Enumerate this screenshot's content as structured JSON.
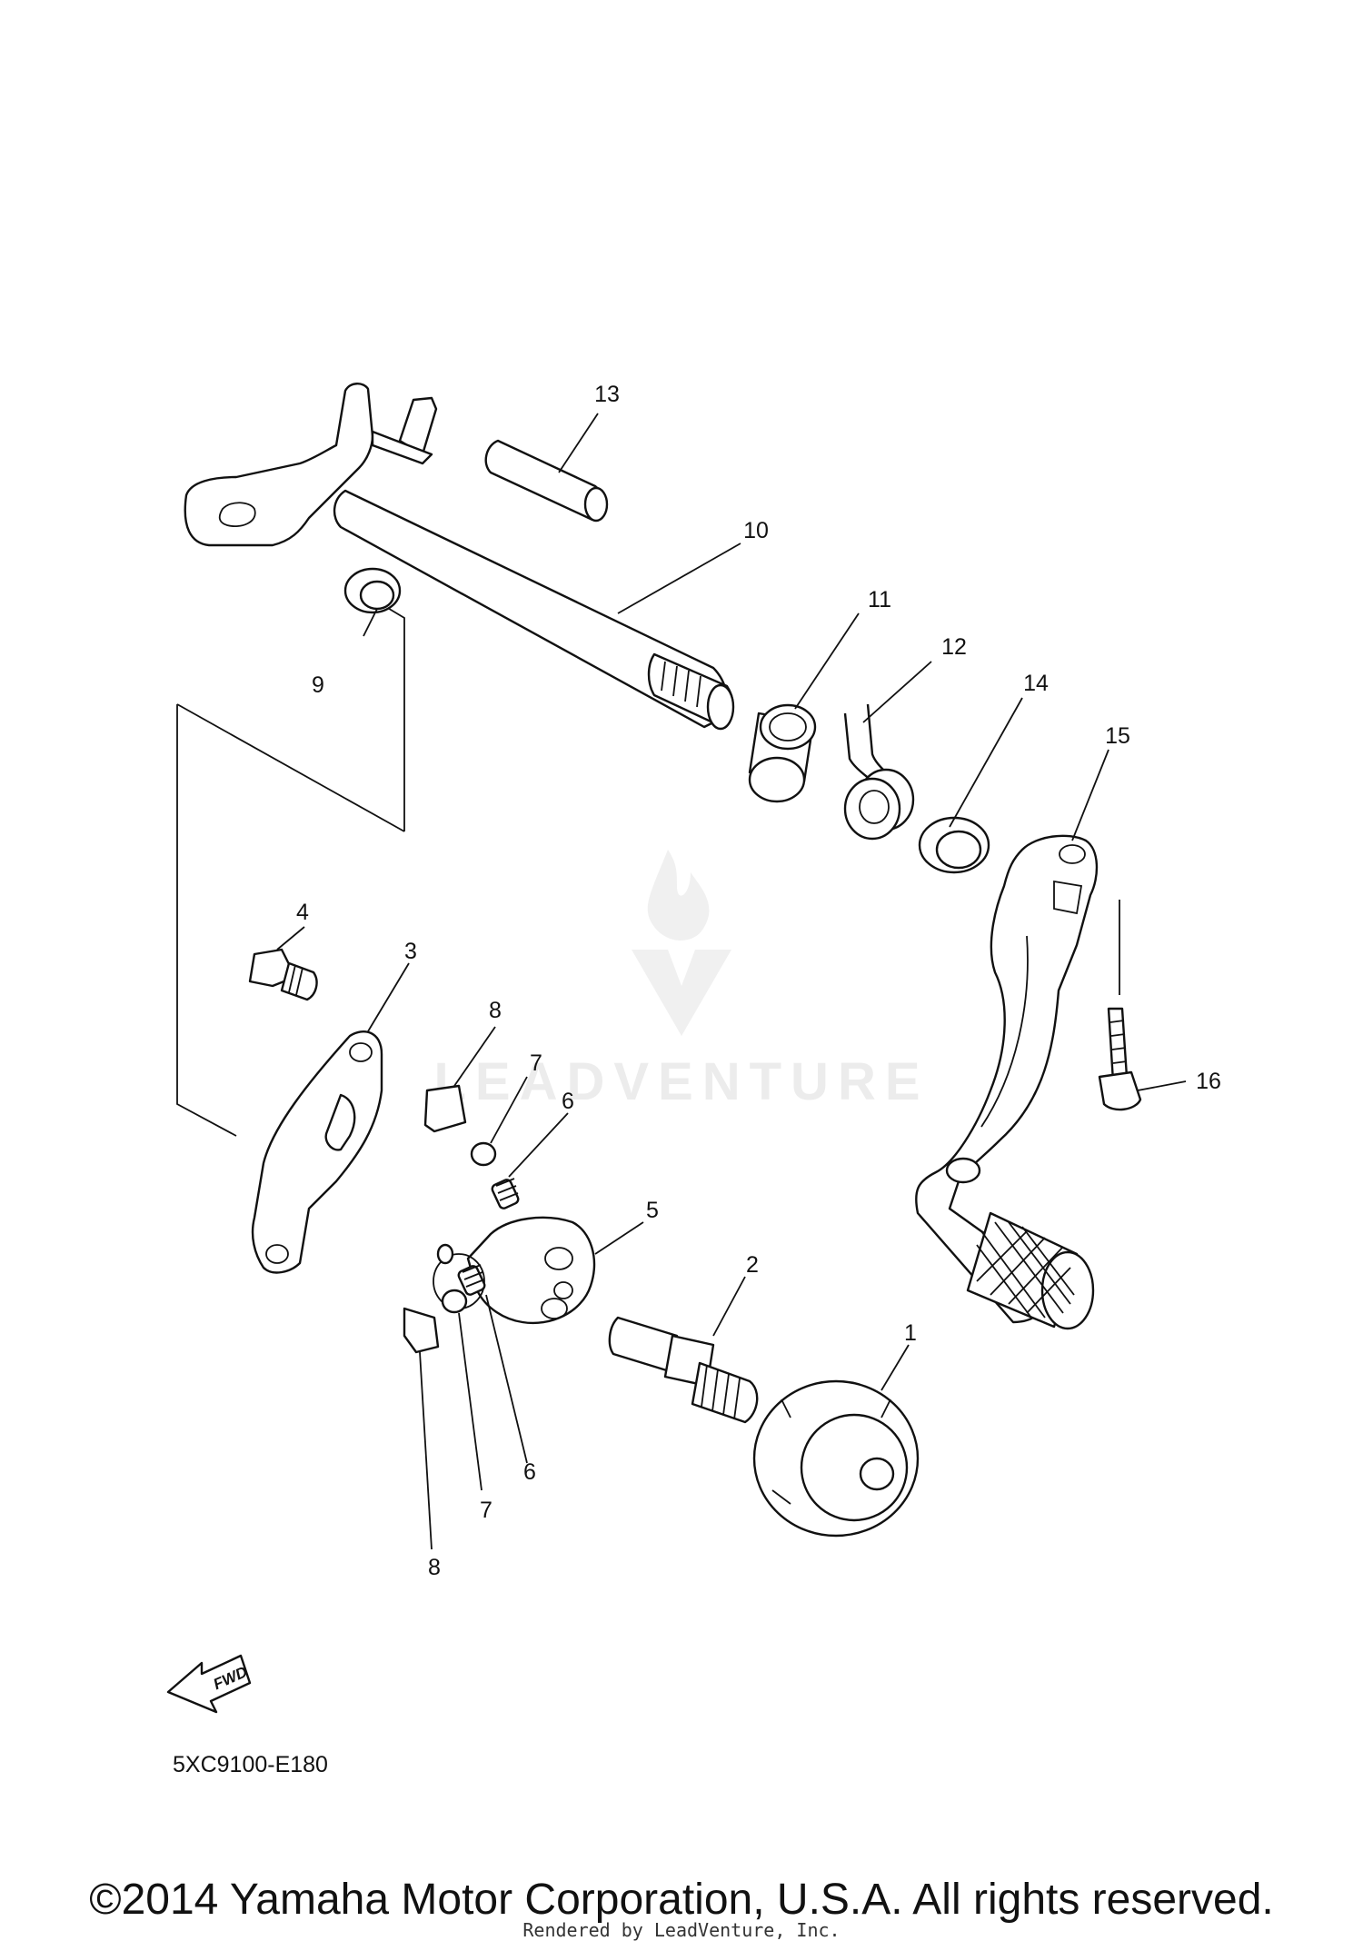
{
  "diagram": {
    "code": "5XC9100-E180",
    "fwd_label": "FWD",
    "watermark": "LEADVENTURE",
    "callouts": [
      {
        "id": "c1",
        "text": "1"
      },
      {
        "id": "c2",
        "text": "2"
      },
      {
        "id": "c3",
        "text": "3"
      },
      {
        "id": "c4",
        "text": "4"
      },
      {
        "id": "c5",
        "text": "5"
      },
      {
        "id": "c6a",
        "text": "6"
      },
      {
        "id": "c6b",
        "text": "6"
      },
      {
        "id": "c7a",
        "text": "7"
      },
      {
        "id": "c7b",
        "text": "7"
      },
      {
        "id": "c8a",
        "text": "8"
      },
      {
        "id": "c8b",
        "text": "8"
      },
      {
        "id": "c9",
        "text": "9"
      },
      {
        "id": "c10",
        "text": "10"
      },
      {
        "id": "c11",
        "text": "11"
      },
      {
        "id": "c12",
        "text": "12"
      },
      {
        "id": "c13",
        "text": "13"
      },
      {
        "id": "c14",
        "text": "14"
      },
      {
        "id": "c15",
        "text": "15"
      },
      {
        "id": "c16",
        "text": "16"
      }
    ]
  },
  "footer": {
    "copyright": "©2014 Yamaha Motor Corporation, U.S.A. All rights reserved.",
    "rendered_by": "Rendered by LeadVenture, Inc."
  }
}
